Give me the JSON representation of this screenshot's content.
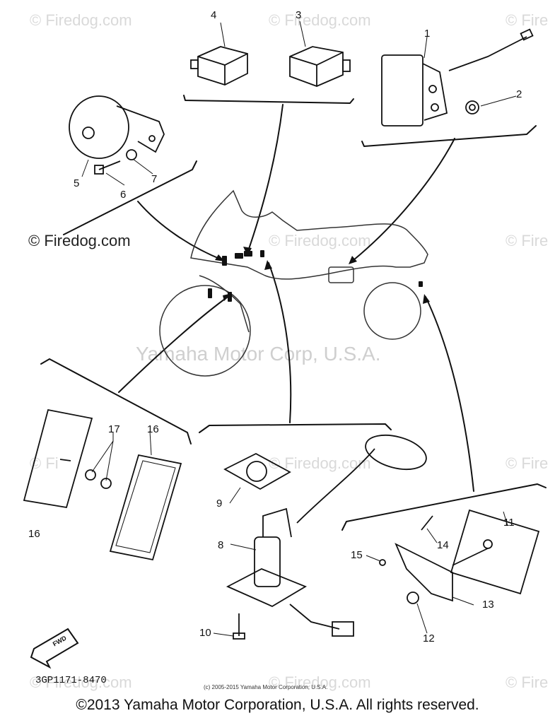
{
  "watermarks": {
    "top_left": "© Firedog.com",
    "top_mid": "© Firedog.com",
    "top_right": "© Fire",
    "left_dark": "© Firedog.com",
    "mid": "© Firedog.com",
    "right_mid": "© Fire",
    "left_lower": "© Fi",
    "mid_lower": "© Firedog.com",
    "right_lower": "© Fire",
    "bottom_left": "© Firedog.com",
    "bottom_mid": "© Firedog.com",
    "bottom_right": "© Fire",
    "center_company": "Yamaha Motor Corp, U.S.A."
  },
  "part_labels": {
    "p1": "1",
    "p2": "2",
    "p3": "3",
    "p4": "4",
    "p5": "5",
    "p6": "6",
    "p7": "7",
    "p8": "8",
    "p9": "9",
    "p10": "10",
    "p11": "11",
    "p12": "12",
    "p13": "13",
    "p14": "14",
    "p15": "15",
    "p16a": "16",
    "p16b": "16",
    "p17": "17"
  },
  "fwd_label": "FWD",
  "diagram_code": "3GP1171-8470",
  "small_copyright": "(c) 2005-2015 Yamaha Motor Corporation, U.S.A.",
  "footer": "©2013 Yamaha Motor Corporation, U.S.A. All rights reserved."
}
